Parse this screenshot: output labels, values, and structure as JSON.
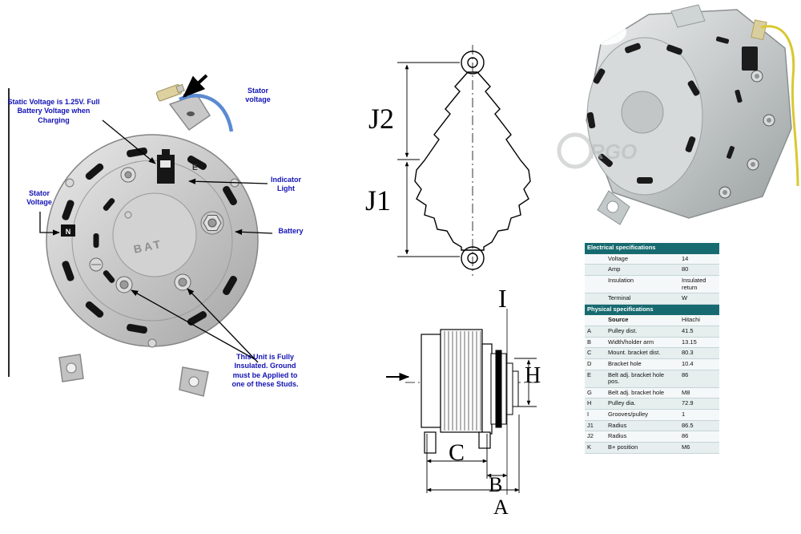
{
  "colors": {
    "annotation_blue": "#1212b4",
    "table_header_teal": "#176b70",
    "wire_blue": "#5b8ad2",
    "wire_yellow": "#d9c832",
    "alternator_body_gray": "#c6c6c6"
  },
  "left_diagram": {
    "annotations": {
      "static_voltage_note": "Static Voltage is 1.25V. Full Battery Voltage when Charging",
      "stator_voltage_top": "Stator voltage",
      "stator_voltage_left": "Stator Voltage",
      "indicator_light": "Indicator Light",
      "battery": "Battery",
      "insulation_note": "This Unit is Fully Insulated.  Ground must be Applied to one of these Studs."
    },
    "labels": {
      "bat": "BAT",
      "terminal_e": "E",
      "terminal_n": "N"
    }
  },
  "dimensions": {
    "j2": "J2",
    "j1": "J1",
    "i": "I",
    "h": "H",
    "c": "C",
    "b": "B",
    "a": "A"
  },
  "watermark": {
    "text": "RGO"
  },
  "spec_table": {
    "electrical_header": "Electrical specifications",
    "electrical_rows": [
      {
        "label": "Voltage",
        "value": "14"
      },
      {
        "label": "Amp",
        "value": "80"
      },
      {
        "label": "Insulation",
        "value": "Insulated return"
      },
      {
        "label": "Terminal",
        "value": "W"
      }
    ],
    "physical_header": "Physical specifications",
    "source_row": {
      "label": "Source",
      "value": "Hitachi"
    },
    "physical_rows": [
      {
        "key": "A",
        "label": "Pulley dist.",
        "value": "41.5"
      },
      {
        "key": "B",
        "label": "Width/holder arm",
        "value": "13.15"
      },
      {
        "key": "C",
        "label": "Mount. bracket dist.",
        "value": "80.3"
      },
      {
        "key": "D",
        "label": "Bracket hole",
        "value": "10.4"
      },
      {
        "key": "E",
        "label": "Belt adj. bracket hole pos.",
        "value": "86"
      },
      {
        "key": "G",
        "label": "Belt adj. bracket hole",
        "value": "M8"
      },
      {
        "key": "H",
        "label": "Pulley dia.",
        "value": "72.9"
      },
      {
        "key": "I",
        "label": "Grooves/pulley",
        "value": "1"
      },
      {
        "key": "J1",
        "label": "Radius",
        "value": "86.5"
      },
      {
        "key": "J2",
        "label": "Radius",
        "value": "86"
      },
      {
        "key": "K",
        "label": "B+ position",
        "value": "M6"
      }
    ]
  }
}
